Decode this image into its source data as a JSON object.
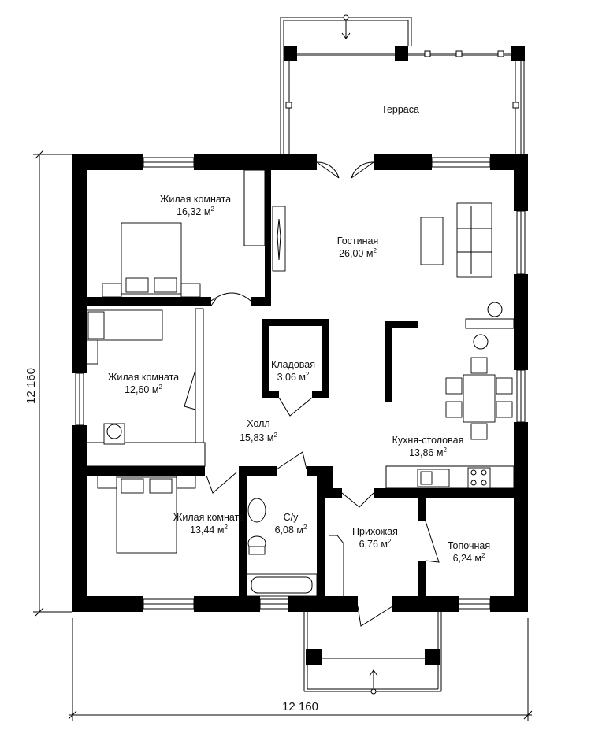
{
  "dimensions": {
    "horizontal": "12 160",
    "vertical": "12 160"
  },
  "area_unit": "м",
  "area_unit_sup": "2",
  "rooms": [
    {
      "id": "terrace",
      "name": "Терраса",
      "area": ""
    },
    {
      "id": "bedroom1",
      "name": "Жилая комната",
      "area": "16,32"
    },
    {
      "id": "living",
      "name": "Гостиная",
      "area": "26,00"
    },
    {
      "id": "bedroom2",
      "name": "Жилая комната",
      "area": "12,60"
    },
    {
      "id": "pantry",
      "name": "Кладовая",
      "area": "3,06"
    },
    {
      "id": "hall",
      "name": "Холл",
      "area": "15,83"
    },
    {
      "id": "kitchen",
      "name": "Кухня-столовая",
      "area": "13,86"
    },
    {
      "id": "bedroom3",
      "name": "Жилая комната",
      "area": "13,44"
    },
    {
      "id": "bathroom",
      "name": "С/у",
      "area": "6,08"
    },
    {
      "id": "entrance",
      "name": "Прихожая",
      "area": "6,76"
    },
    {
      "id": "boiler",
      "name": "Топочная",
      "area": "6,24"
    }
  ]
}
